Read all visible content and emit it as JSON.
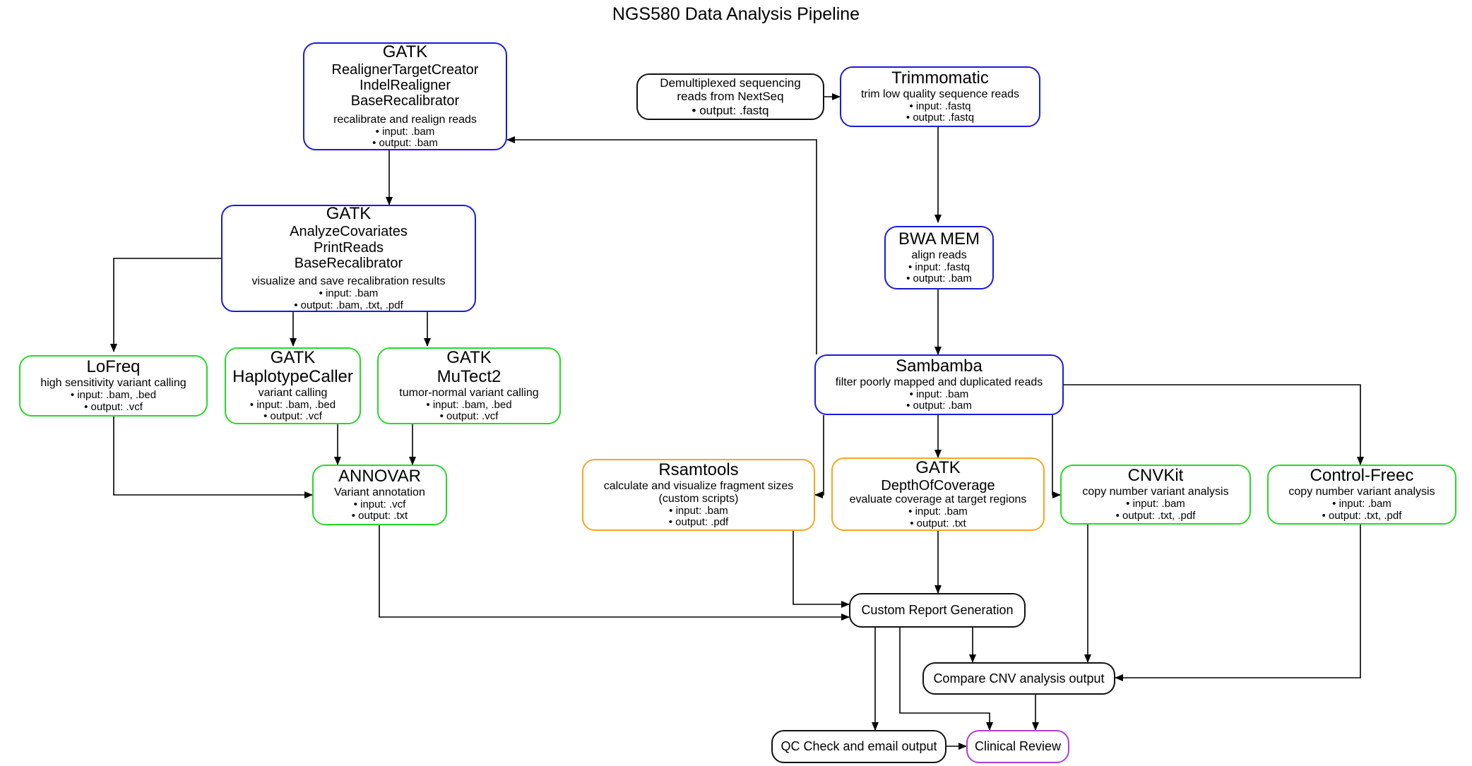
{
  "title": "NGS580 Data Analysis Pipeline",
  "colors": {
    "blue": "#1a1adf",
    "green": "#26d926",
    "orange": "#f5a623",
    "purple": "#b23cd6",
    "black": "#111111"
  },
  "nodes": {
    "gatk_realign": {
      "title": "GATK",
      "tools": [
        "RealignerTargetCreator",
        "IndelRealigner",
        "BaseRecalibrator"
      ],
      "desc": "recalibrate and realign reads",
      "bullets": [
        "• input: .bam",
        "• output: .bam"
      ]
    },
    "demux": {
      "lines": [
        "Demultiplexed sequencing",
        "reads from NextSeq",
        "• output: .fastq"
      ]
    },
    "trimmomatic": {
      "title": "Trimmomatic",
      "desc": "trim low quality sequence reads",
      "bullets": [
        "• input: .fastq",
        "• output: .fastq"
      ]
    },
    "gatk_analyze": {
      "title": "GATK",
      "tools": [
        "AnalyzeCovariates",
        "PrintReads",
        "BaseRecalibrator"
      ],
      "desc": "visualize and save recalibration results",
      "bullets": [
        "• input: .bam",
        "• output: .bam, .txt, .pdf"
      ]
    },
    "bwa": {
      "title": "BWA MEM",
      "desc": "align reads",
      "bullets": [
        "• input: .fastq",
        "• output: .bam"
      ]
    },
    "lofreq": {
      "title": "LoFreq",
      "desc": "high sensitivity variant calling",
      "bullets": [
        "• input: .bam, .bed",
        "• output: .vcf"
      ]
    },
    "haplotype": {
      "title": "GATK",
      "subtitle": "HaplotypeCaller",
      "desc": "variant calling",
      "bullets": [
        "• input: .bam, .bed",
        "• output: .vcf"
      ]
    },
    "mutect": {
      "title": "GATK",
      "subtitle": "MuTect2",
      "desc": "tumor-normal variant calling",
      "bullets": [
        "• input: .bam, .bed",
        "• output: .vcf"
      ]
    },
    "sambamba": {
      "title": "Sambamba",
      "desc": "filter poorly mapped and duplicated reads",
      "bullets": [
        "• input: .bam",
        "• output: .bam"
      ]
    },
    "annovar": {
      "title": "ANNOVAR",
      "desc": "Variant annotation",
      "bullets": [
        "• input: .vcf",
        "• output: .txt"
      ]
    },
    "rsamtools": {
      "title": "Rsamtools",
      "desc": "calculate and visualize fragment sizes",
      "desc2": "(custom scripts)",
      "bullets": [
        "• input: .bam",
        "• output: .pdf"
      ]
    },
    "depth": {
      "title": "GATK",
      "subtitle": "DepthOfCoverage",
      "desc": "evaluate coverage at target regions",
      "bullets": [
        "• input: .bam",
        "• output: .txt"
      ]
    },
    "cnvkit": {
      "title": "CNVKit",
      "desc": "copy number variant analysis",
      "bullets": [
        "• input: .bam",
        "• output: .txt, .pdf"
      ]
    },
    "controlfreec": {
      "title": "Control-Freec",
      "desc": "copy number variant analysis",
      "bullets": [
        "• input: .bam",
        "• output: .txt, .pdf"
      ]
    },
    "report": {
      "label": "Custom Report Generation"
    },
    "compare_cnv": {
      "label": "Compare CNV analysis output"
    },
    "qc": {
      "label": "QC Check and email output"
    },
    "clinical": {
      "label": "Clinical Review"
    }
  }
}
